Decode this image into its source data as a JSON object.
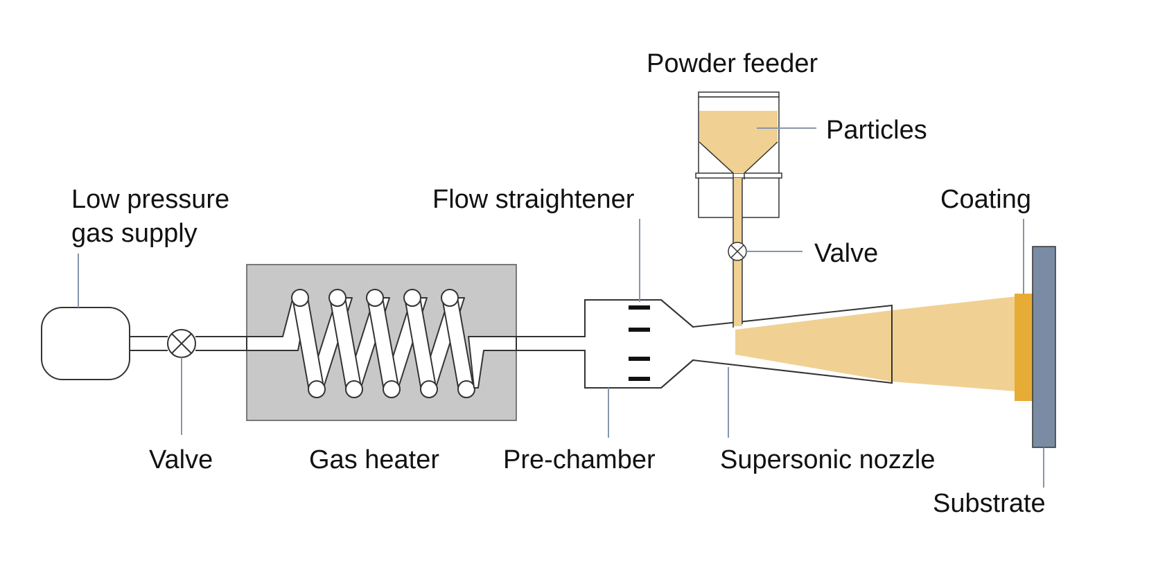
{
  "labels": {
    "gas_supply_line1": "Low pressure",
    "gas_supply_line2": "gas supply",
    "valve_gas": "Valve",
    "gas_heater": "Gas heater",
    "pre_chamber": "Pre-chamber",
    "flow_straightener": "Flow straightener",
    "powder_feeder": "Powder feeder",
    "particles": "Particles",
    "valve_powder": "Valve",
    "supersonic_nozzle": "Supersonic nozzle",
    "coating": "Coating",
    "substrate": "Substrate"
  },
  "colors": {
    "heater_fill": "#c8c8c8",
    "particle_fill": "#f0d193",
    "coating_fill": "#e6ac36",
    "substrate_fill": "#7a8ca3",
    "leader_line": "#8696a8",
    "outline": "#333333"
  }
}
